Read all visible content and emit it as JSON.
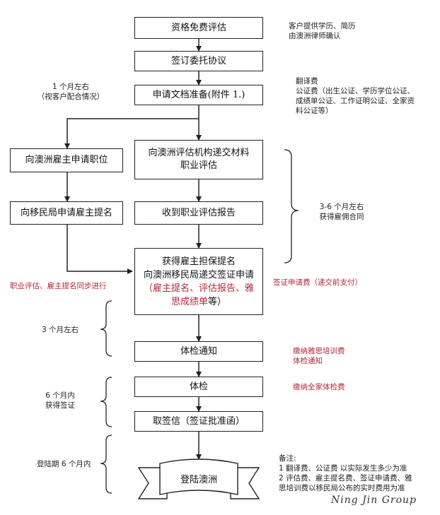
{
  "boxes": {
    "free_eval": "资格免费评估",
    "sign_agreement": "签订委托协议",
    "prepare_docs": "申请文档准备(附件 1.)",
    "employer_position": "向澳洲雇主申请职位",
    "submit_materials_l1": "向澳洲评估机构递交材料",
    "submit_materials_l2": "职业评估",
    "nomination": "向移民局申请雇主提名",
    "eval_report": "收到职业评估报告",
    "sponsor_l1": "获得雇主担保提名",
    "sponsor_l2": "向澳洲移民局递交签证申请",
    "sponsor_l3_red": "（雇主提名、评估报告、雅",
    "sponsor_l4_red": "思成绩单",
    "sponsor_l4_black": "等）",
    "medical_notice": "体检通知",
    "medical": "体检",
    "visa_collect": "取签信（签证批准函）",
    "landing": "登陆澳洲"
  },
  "notes": {
    "client_docs_l1": "客户提供学历、简历",
    "client_docs_l2": "由澳洲律师确认",
    "one_month_l1": "1 个月左右",
    "one_month_l2": "（视客户配合情况）",
    "fees_l1": "翻译费",
    "fees_l2": "公证费（出生公证、学历学位公证、",
    "fees_l3": "成绩单公证、工作证明公证、全家资",
    "fees_l4": "料公证等）",
    "months_3_6_l1": "3-6 个月左右",
    "months_3_6_l2": "获得雇佣合同",
    "parallel": "职业评估、雇主提名同步进行",
    "visa_fee": "签证申请费（递交前支付）",
    "three_months": "3 个月左右",
    "ielts_fee_l1": "缴纳雅思培训费",
    "ielts_fee_l2": "体检通知",
    "six_months_l1": "6 个月内",
    "six_months_l2": "获得签证",
    "medical_fee": "缴纳全家体检费",
    "landing_period": "登陆期 6 个月内",
    "remarks_title": "备注:",
    "remarks_l1": "1  翻译费、公证费  以实际发生多少为准",
    "remarks_l2": "2  评估费、雇主提名费、签证申请费、雅",
    "remarks_l3": "思培训费以移民局公布的实时费用为准"
  },
  "watermark": "Ning Jin Group",
  "colors": {
    "red": "#b2283a",
    "line": "#222222"
  }
}
